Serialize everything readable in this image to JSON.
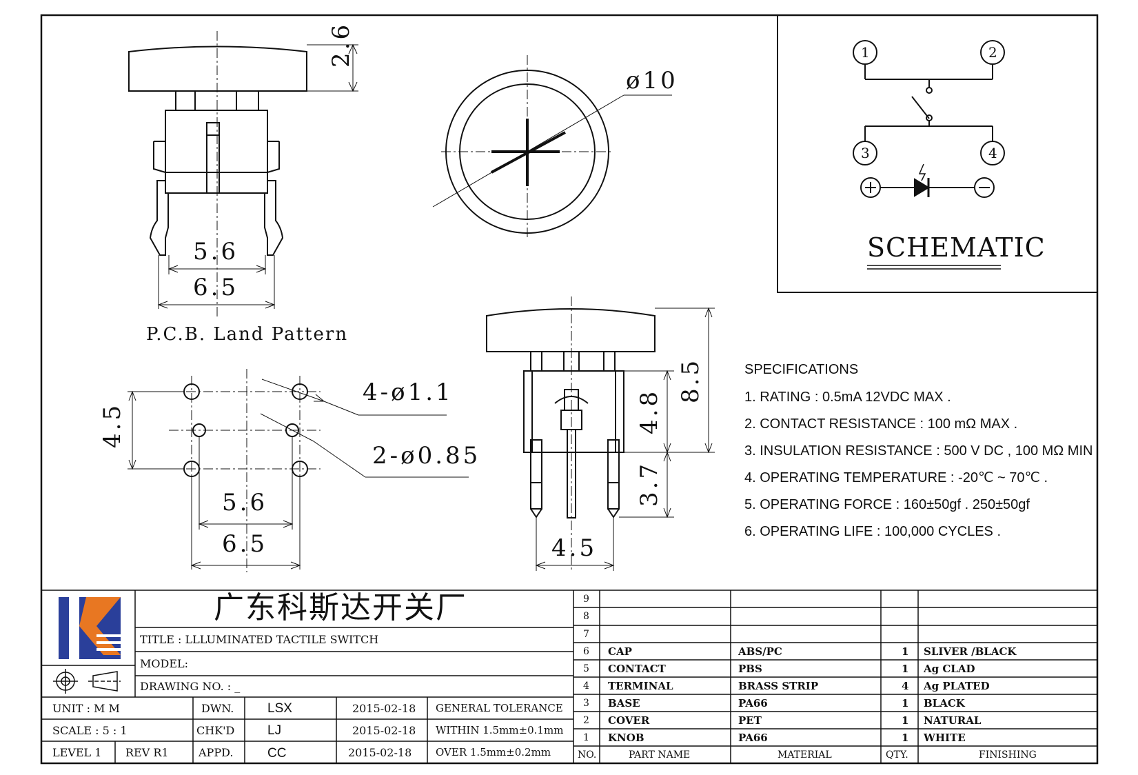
{
  "drawing": {
    "dims": {
      "cap_height": "2.6",
      "cap_dia": "ø10",
      "side_inner": "5.6",
      "side_outer": "6.5",
      "pcb_hole4": "4-ø1.1",
      "pcb_hole2": "2-ø0.85",
      "pcb_pitch_v": "4.5",
      "pcb_inner": "5.6",
      "pcb_outer": "6.5",
      "front_total": "8.5",
      "front_body": "4.8",
      "front_pin": "3.7",
      "front_pitch": "4.5"
    },
    "pcb_title": "P.C.B. Land Pattern",
    "schematic": {
      "title": "SCHEMATIC",
      "terminals": [
        "1",
        "2",
        "3",
        "4"
      ],
      "plus": "+",
      "minus": "−"
    }
  },
  "specifications": {
    "heading": "SPECIFICATIONS",
    "items": [
      "1. RATING : 0.5mA 12VDC MAX .",
      "2. CONTACT RESISTANCE : 100 mΩ MAX .",
      "3. INSULATION RESISTANCE : 500 V DC , 100 MΩ MIN",
      "4. OPERATING TEMPERATURE : -20℃ ~ 70℃ .",
      "5. OPERATING FORCE : 160±50gf . 250±50gf",
      "6. OPERATING LIFE : 100,000 CYCLES ."
    ]
  },
  "title_block": {
    "company": "广东科斯达开关厂",
    "title": "TITLE :   LLLUMINATED TACTILE SWITCH",
    "model": "MODEL:",
    "drawing_no": "DRAWING NO.  : _",
    "rows": [
      {
        "a": "UNIT   :   M M",
        "b": "DWN.",
        "c": "LSX",
        "d": "2015-02-18",
        "e": "GENERAL TOLERANCE"
      },
      {
        "a": "SCALE  :  5 : 1",
        "b": "CHK'D",
        "c": "LJ",
        "d": "2015-02-18",
        "e": "WITHIN 1.5mm±0.1mm"
      },
      {
        "a1": "LEVEL 1",
        "a2": "REV  R1",
        "b": "APPD.",
        "c": "CC",
        "d": "2015-02-18",
        "e": "OVER   1.5mm±0.2mm"
      }
    ]
  },
  "bom": {
    "empty_rows": [
      "9",
      "8",
      "7"
    ],
    "rows": [
      {
        "no": "6",
        "part": "CAP",
        "material": "ABS/PC",
        "qty": "1",
        "finish": "SLIVER /BLACK"
      },
      {
        "no": "5",
        "part": "CONTACT",
        "material": "PBS",
        "qty": "1",
        "finish": "Ag CLAD"
      },
      {
        "no": "4",
        "part": "TERMINAL",
        "material": "BRASS STRIP",
        "qty": "4",
        "finish": "Ag PLATED"
      },
      {
        "no": "3",
        "part": "BASE",
        "material": "PA66",
        "qty": "1",
        "finish": "BLACK"
      },
      {
        "no": "2",
        "part": "COVER",
        "material": "PET",
        "qty": "1",
        "finish": "NATURAL"
      },
      {
        "no": "1",
        "part": "KNOB",
        "material": "PA66",
        "qty": "1",
        "finish": "WHITE"
      }
    ],
    "header": {
      "no": "NO.",
      "part": "PART   NAME",
      "material": "MATERIAL",
      "qty": "QTY.",
      "finish": "FINISHING"
    }
  },
  "colors": {
    "logo_blue": "#2a3f9a",
    "logo_orange": "#e87722",
    "line": "#111111"
  }
}
